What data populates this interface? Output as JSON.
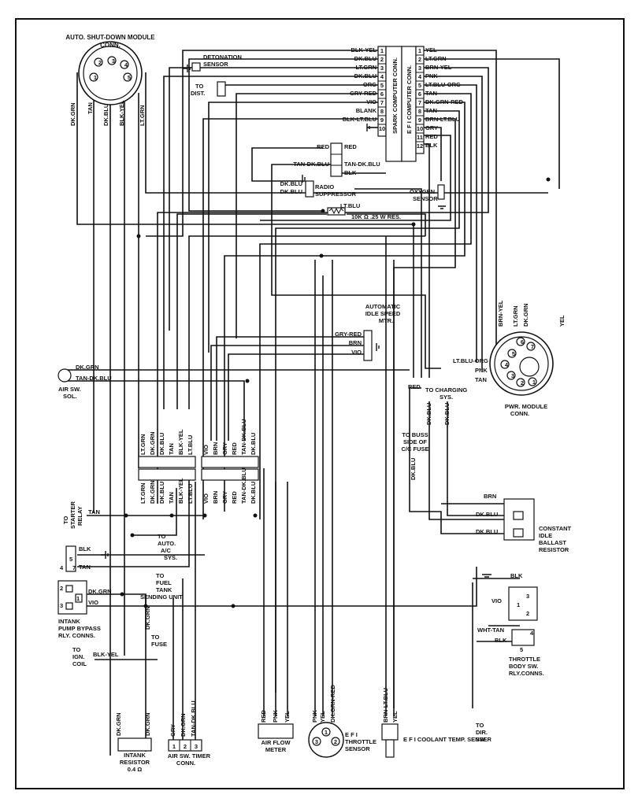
{
  "components": {
    "asd": [
      "AUTO. SHUT-DOWN MODULE",
      "CONN."
    ],
    "asd_wires": [
      "DK.GRN",
      "TAN",
      "DK.BLU",
      "BLK-YEL",
      "LT.GRN"
    ],
    "asd_pins": [
      "1",
      "2",
      "3",
      "4",
      "5"
    ],
    "detonation": [
      "DETONATION",
      "SENSOR"
    ],
    "to_dist": [
      "TO",
      "DIST."
    ],
    "spark_conn": "SPARK COMPUTER CONN.",
    "efi_conn": "E F I COMPUTER CONN.",
    "radio": [
      "RADIO",
      "SUPPRESSOR"
    ],
    "oxygen": [
      "OXYGEN",
      "SENSOR"
    ],
    "resistor": "10K Ω .25 W RES.",
    "aism": [
      "AUTOMATIC",
      "IDLE SPEED",
      "MTR."
    ],
    "aism_wires": [
      "GRY-RED",
      "BRN",
      "VIO"
    ],
    "air_sw": [
      "AIR SW.",
      "SOL."
    ],
    "air_sw_wires": [
      "DK.GRN",
      "TAN-DK.BLU"
    ],
    "charging": [
      "TO CHARGING",
      "SYS."
    ],
    "pwr_module": [
      "PWR. MODULE",
      "CONN."
    ],
    "pwr_wires": [
      "BRN-YEL",
      "LT.GRN",
      "DK.GRN",
      "YEL",
      "LT.BLU-ORG",
      "PNK",
      "TAN"
    ],
    "pwr_pins": [
      "1",
      "2",
      "3",
      "4",
      "5",
      "6",
      "7"
    ],
    "buss": [
      "TO BUSS",
      "SIDE OF",
      "C/C FUSE"
    ],
    "ballast": [
      "CONSTANT",
      "IDLE",
      "BALLAST",
      "RESISTOR"
    ],
    "ballast_wires": [
      "BRN",
      "DK.BLU",
      "DK.BLU"
    ],
    "starter": [
      "TO",
      "STARTER",
      "RELAY"
    ],
    "auto_ac": [
      "TO",
      "AUTO.",
      "A/C",
      "SYS."
    ],
    "fuel_tank": [
      "TO",
      "FUEL",
      "TANK",
      "SENDING UNIT"
    ],
    "intank_bypass": [
      "INTANK",
      "PUMP BYPASS",
      "RLY. CONNS."
    ],
    "to_fuse": [
      "TO",
      "FUSE"
    ],
    "ign_coil": [
      "TO",
      "IGN.",
      "COIL"
    ],
    "intank_res": [
      "INTANK",
      "RESISTOR",
      "0.4 Ω"
    ],
    "air_timer": [
      "AIR SW. TIMER",
      "CONN."
    ],
    "air_flow": [
      "AIR FLOW",
      "METER"
    ],
    "efi_throttle": [
      "E F I",
      "THROTTLE",
      "SENSOR"
    ],
    "efi_coolant": "E F I COOLANT TEMP. SENSER",
    "throttle_body": [
      "THROTTLE",
      "BODY SW.",
      "RLY.CONNS."
    ],
    "to_dir": [
      "TO",
      "DIR.",
      "SW."
    ]
  },
  "spark_left": [
    "BLK-YEL",
    "DK.BLU",
    "LT.GRN",
    "DK.BLU",
    "ORG",
    "GRY-RED",
    "VIO",
    "BLANK",
    "BLK-LT.BLU",
    ""
  ],
  "spark_pins": [
    "1",
    "2",
    "3",
    "4",
    "5",
    "6",
    "7",
    "8",
    "9",
    "10"
  ],
  "efi_right": [
    "YEL",
    "LT.GRN",
    "BRN-YEL",
    "PNK",
    "LT.BLU-ORG",
    "TAN",
    "DK.GRN-RED",
    "TAN",
    "BRN-LT.BLU",
    "GRY",
    "RED",
    "BLK"
  ],
  "efi_pins": [
    "1",
    "2",
    "3",
    "4",
    "5",
    "6",
    "7",
    "8",
    "9",
    "10",
    "11",
    "12"
  ],
  "extra_conn": {
    "left": [
      "RED",
      "TAN-DK.BLU",
      "DK.BLU",
      "DK.BLU",
      "LT.BLU"
    ],
    "right": [
      "RED",
      "TAN-DK.BLU",
      "BLK"
    ]
  },
  "left_conn_top": [
    "LT.GRN",
    "DK.GRN",
    "DK.BLU",
    "TAN",
    "BLK-YEL",
    "LT.BLU"
  ],
  "left_conn_bot": [
    "LT.GRN",
    "DK.GRN",
    "DK.BLU",
    "TAN",
    "BLK-YEL",
    "LT.BLU"
  ],
  "mid_conn_top": [
    "VIO",
    "BRN",
    "GRY",
    "RED",
    "TAN-DK.BLU",
    "DK.BLU"
  ],
  "mid_conn_bot": [
    "VIO",
    "BRN",
    "GRY",
    "RED",
    "TAN-DK.BLU",
    "DK.BLU"
  ],
  "vert_labels": [
    "DK.BLU",
    "DK.BLU",
    "DK.BLU",
    "DK.GRN"
  ],
  "misc": {
    "tan": "TAN",
    "blk": "BLK",
    "dkgrn": "DK.GRN",
    "vio": "VIO",
    "blkyel": "BLK-YEL",
    "red": "RED",
    "brn": "BRN",
    "wht_tan": "WHT-TAN",
    "dkgrn2": "DK.GRN",
    "p5": "5",
    "p4": "4",
    "p7": "7",
    "p3": "3",
    "p1": "1",
    "p2": "2"
  },
  "bottom": {
    "intank_wires": [
      "DK.GRN",
      "DK.GRN"
    ],
    "timer_wires": [
      "GRY",
      "DK.GRN",
      "TAN-DK.BLU"
    ],
    "timer_pins": [
      "1",
      "2",
      "3"
    ],
    "airflow_wires": [
      "RED",
      "PNK",
      "YEL"
    ],
    "throttle_wires": [
      "PNK",
      "YEL",
      "DK.GRN-RED"
    ],
    "throttle_pins": [
      "3",
      "1",
      "2"
    ],
    "coolant_wires": [
      "BRN-LT.BLU",
      "YEL"
    ]
  }
}
